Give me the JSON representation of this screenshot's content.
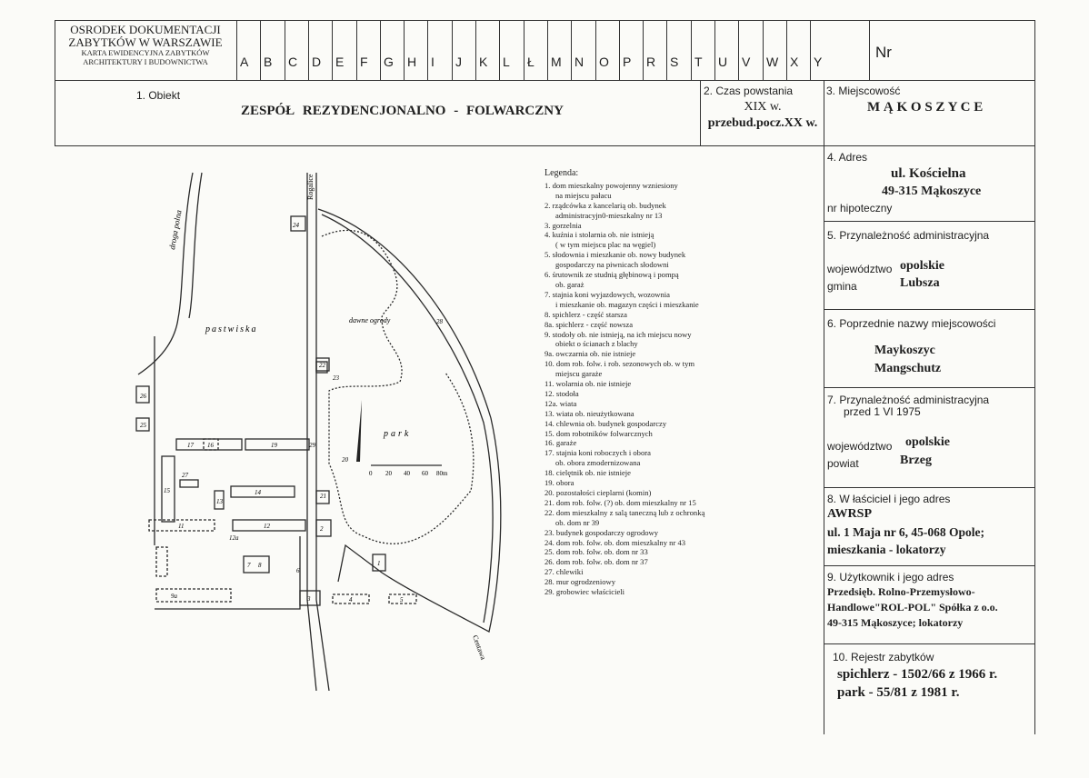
{
  "institution": {
    "line1": "OSRODEK DOKUMENTACJI",
    "line2": "ZABYTKÓW W WARSZAWIE",
    "line3": "KARTA EWIDENCYJNA ZABYTKÓW",
    "line4": "ARCHITEKTURY I BUDOWNICTWA"
  },
  "letters": [
    "A",
    "B",
    "C",
    "D",
    "E",
    "F",
    "G",
    "H",
    "I",
    "J",
    "K",
    "L",
    "Ł",
    "M",
    "N",
    "O",
    "P",
    "R",
    "S",
    "T",
    "U",
    "V",
    "W",
    "X",
    "Y"
  ],
  "nr_label": "Nr",
  "fields": {
    "obiekt_label": "1. Obiekt",
    "obiekt_value": "ZESPÓŁ REZYDENCJONALNO - FOLWARCZNY",
    "czas_label": "2. Czas powstania",
    "czas_value1": "XIX w.",
    "czas_value2": "przebud.pocz.XX w.",
    "miejscowosc_label": "3. Miejscowość",
    "miejscowosc_value": "M Ą K O S Z Y C E",
    "adres_label": "4. Adres",
    "adres_value1": "ul. Kościelna",
    "adres_value2": "49-315 Mąkoszyce",
    "hipoteczny_label": "nr hipoteczny",
    "przynal_label": "5. Przynależność administracyjna",
    "woj_label": "województwo",
    "woj_value": "opolskie",
    "gmina_label": "gmina",
    "gmina_value": "Lubsza",
    "poprzednie_label": "6. Poprzednie nazwy miejscowości",
    "poprzednie_value1": "Maykoszyc",
    "poprzednie_value2": "Mangschutz",
    "przynal2_label": "7. Przynależność administracyjna",
    "przynal2_sub": "przed 1 VI 1975",
    "woj2_label": "województwo",
    "woj2_value": "opolskie",
    "powiat_label": "powiat",
    "powiat_value": "Brzeg",
    "wlasciciel_label": "8. W łaściciel i jego adres",
    "wlasciciel_value1": "AWRSP",
    "wlasciciel_value2": "ul. 1 Maja nr 6, 45-068 Opole;",
    "wlasciciel_value3": "mieszkania - lokatorzy",
    "uzytkownik_label": "9. Użytkownik i jego adres",
    "uzytkownik_value1": "Przedsięb. Rolno-Przemysłowo-",
    "uzytkownik_value2": "Handlowe\"ROL-POL\" Spółka z o.o.",
    "uzytkownik_value3": "49-315 Mąkoszyce; lokatorzy",
    "rejestr_label": "10. Rejestr zabytków",
    "rejestr_value1": "spichlerz - 1502/66 z 1966 r.",
    "rejestr_value2": "park - 55/81 z 1981 r."
  },
  "legend": {
    "title": "Legenda:",
    "lines": [
      "1. dom mieszkalny powojenny wzniesiony",
      "na miejscu pałacu",
      "2. rządcówka z kancelarią ob. budynek",
      "administracyjn0-mieszkalny nr 13",
      "3. gorzelnia",
      "4. kuźnia i stolarnia ob. nie istnieją",
      "( w tym miejscu plac na węgiel)",
      "5. słodownia i mieszkanie ob. nowy budynek",
      "gospodarczy na piwnicach słodowni",
      "6. śrutownik ze studnią głębinową i pompą",
      "ob. garaż",
      "7. stajnia koni wyjazdowych, wozownia",
      "i mieszkanie ob. magazyn części i mieszkanie",
      "8. spichlerz - część starsza",
      "8a. spichlerz - część nowsza",
      "9. stodoły ob. nie istnieją, na ich miejscu nowy",
      "obiekt o ścianach z blachy",
      "9a. owczarnia ob. nie istnieje",
      "10. dom rob. folw. i rob. sezonowych ob. w tym",
      "miejscu garaże",
      "11. wolarnia ob. nie istnieje",
      "12. stodoła",
      "12a. wiata",
      "13. wiata ob. nieużytkowana",
      "14. chlewnia ob. budynek gospodarczy",
      "15. dom robotników folwarcznych",
      "16. garaże",
      "17. stajnia koni roboczych i obora",
      "ob. obora zmodernizowana",
      "18. cielętnik ob. nie istnieje",
      "19. obora",
      "20. pozostałości cieplarni (komin)",
      "21. dom rob. folw. (?) ob. dom mieszkalny nr 15",
      "22. dom mieszkalny z salą taneczną lub z ochronką",
      "ob. dom nr 39",
      "23. budynek gospodarczy ogrodowy",
      "24. dom rob. folw. ob. dom mieszkalny nr 43",
      "25. dom rob. folw. ob. dom nr 33",
      "26. dom rob. folw. ob. dom nr 37",
      "27. chlewiki",
      "28. mur ogrodzeniowy",
      "29. grobowiec właścicieli"
    ],
    "indented": [
      1,
      3,
      6,
      8,
      10,
      12,
      16,
      19,
      28,
      34
    ]
  },
  "map": {
    "label_droga": "droga polna",
    "label_pastwisko": "pastwiska",
    "label_ogrody": "dawne ogrody",
    "label_park": "park",
    "label_road_top": "Rogalice",
    "label_road_bottom": "Centawa",
    "scale": [
      "0",
      "20",
      "40",
      "60",
      "80m"
    ],
    "numbers": [
      "1",
      "2",
      "3",
      "4",
      "5",
      "6",
      "7",
      "8",
      "9a",
      "11",
      "12",
      "12a",
      "13",
      "14",
      "15",
      "16",
      "17",
      "19",
      "20",
      "21",
      "22",
      "23",
      "24",
      "25",
      "26",
      "27",
      "28",
      "29"
    ]
  }
}
